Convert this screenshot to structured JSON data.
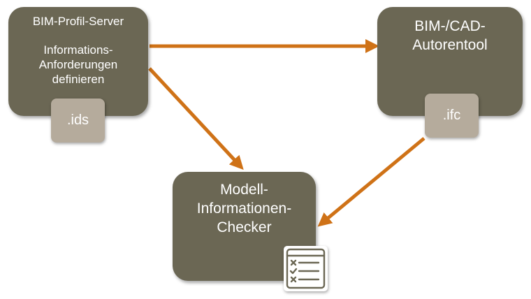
{
  "colors": {
    "box": "#6b6754",
    "file_tag": "#b5ab9c",
    "arrow": "#cf7217",
    "icon_stroke": "#6b6754"
  },
  "nodes": {
    "profile_server": {
      "title": "BIM-Profil-Server",
      "description_lines": [
        "Informations-",
        "Anforderungen",
        "definieren"
      ],
      "file_tag": ".ids"
    },
    "authoring_tool": {
      "title_lines": [
        "BIM-/CAD-",
        "Autorentool"
      ],
      "file_tag": ".ifc"
    },
    "checker": {
      "title_lines": [
        "Modell-",
        "Informationen-",
        "Checker"
      ],
      "icon": "checklist-icon"
    }
  },
  "edges": [
    {
      "from": "profile_server",
      "to": "authoring_tool"
    },
    {
      "from": "profile_server",
      "to": "checker"
    },
    {
      "from": "authoring_tool",
      "to": "checker"
    }
  ]
}
